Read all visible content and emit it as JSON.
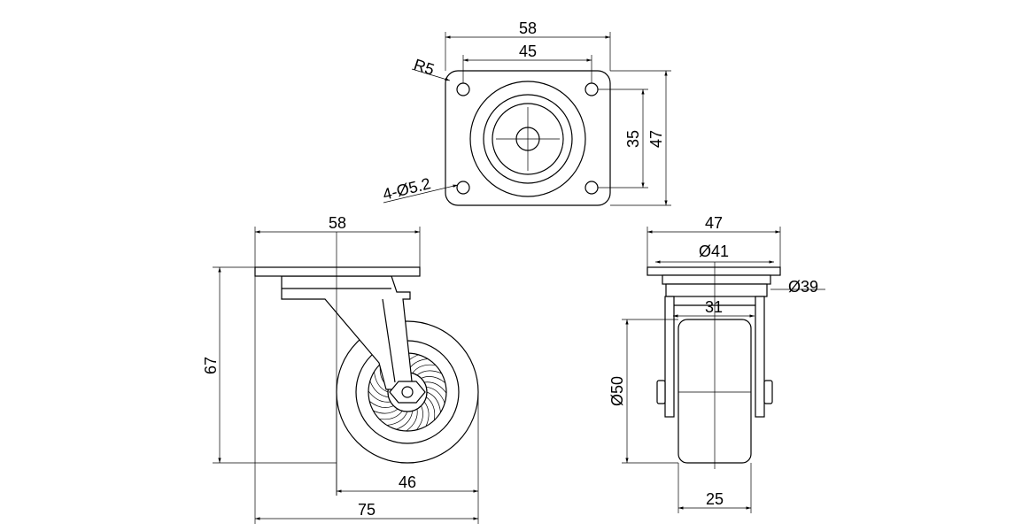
{
  "top_view": {
    "plate_width": "58",
    "hole_spacing_x": "45",
    "corner_radius": "R5",
    "holes": "4-Ø5.2",
    "hole_spacing_y": "35",
    "plate_depth": "47"
  },
  "front_view": {
    "plate_width": "58",
    "total_height": "67",
    "wheel_offset": "46",
    "swivel_footprint": "75"
  },
  "side_view": {
    "plate_depth": "47",
    "bearing_diameter": "Ø41",
    "race_diameter": "Ø39",
    "fork_inner_width": "31",
    "wheel_diameter": "Ø50",
    "wheel_width": "25"
  }
}
